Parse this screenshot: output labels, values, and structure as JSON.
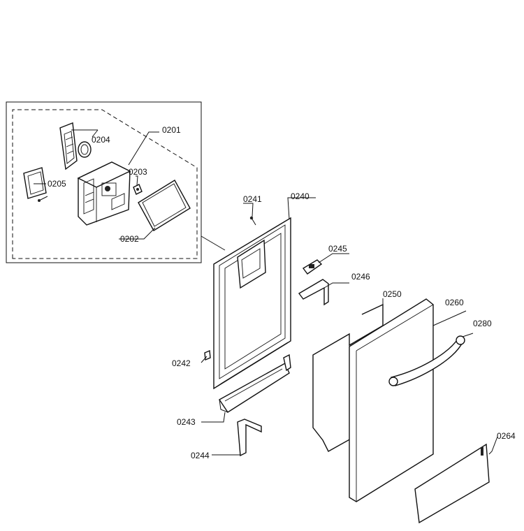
{
  "diagram": {
    "labels": {
      "p0201": "0201",
      "p0202": "0202",
      "p0203": "0203",
      "p0204": "0204",
      "p0205": "0205",
      "p0240": "0240",
      "p0241": "0241",
      "p0242": "0242",
      "p0243": "0243",
      "p0244": "0244",
      "p0245": "0245",
      "p0246": "0246",
      "p0250": "0250",
      "p0260": "0260",
      "p0264": "0264",
      "p0280": "0280"
    }
  }
}
